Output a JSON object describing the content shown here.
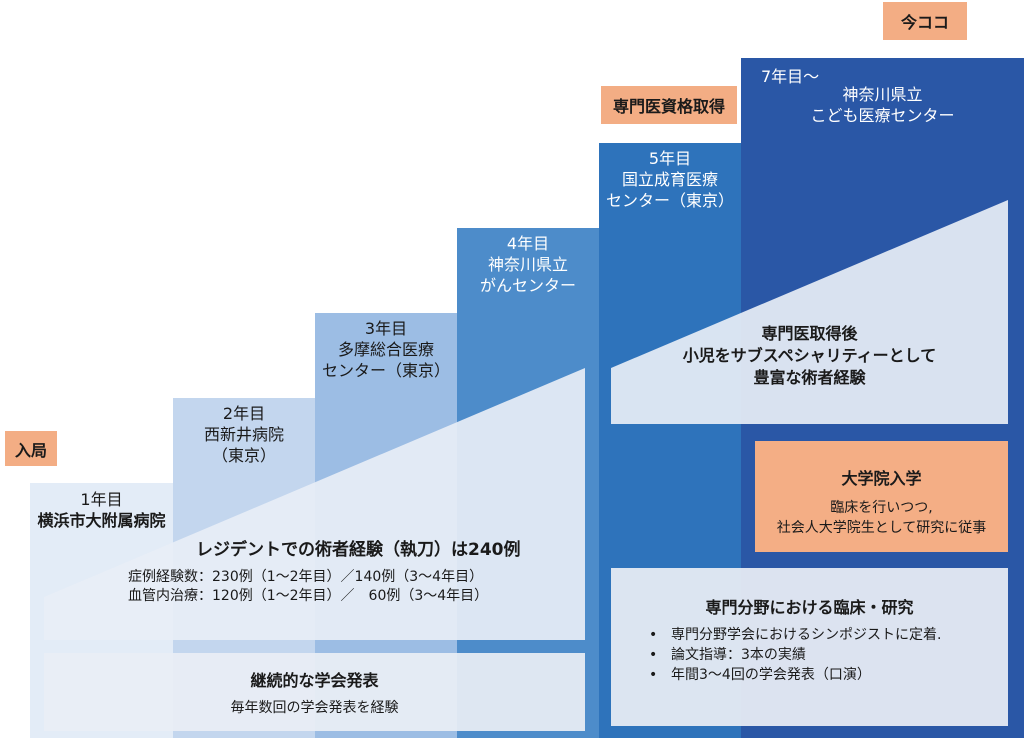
{
  "badges": {
    "entry": "入局",
    "specialist": "専門医資格取得",
    "now": "今ココ"
  },
  "steps": [
    {
      "year": "1年目",
      "lines": [
        "横浜市大附属病院"
      ]
    },
    {
      "year": "2年目",
      "lines": [
        "西新井病院",
        "（東京）"
      ]
    },
    {
      "year": "3年目",
      "lines": [
        "多摩総合医療",
        "センター（東京）"
      ]
    },
    {
      "year": "4年目",
      "lines": [
        "神奈川県立",
        "がんセンター"
      ]
    },
    {
      "year": "5年目",
      "lines": [
        "国立成育医療",
        "センター（東京）"
      ]
    },
    {
      "year": "7年目〜",
      "lines": [
        "神奈川県立",
        "こども医療センター"
      ]
    }
  ],
  "residency": {
    "title": "レジデントでの術者経験（執刀）は240例",
    "line1": "症例経験数：230例（1〜2年目）／140例（3〜4年目）",
    "line2": "血管内治療：120例（1〜2年目）／　60例（3〜4年目）"
  },
  "conference": {
    "title": "継続的な学会発表",
    "subtitle": "毎年数回の学会発表を経験"
  },
  "post_specialist": {
    "lines": [
      "専門医取得後",
      "小児をサブスペシャリティーとして",
      "豊富な術者経験"
    ]
  },
  "grad_school": {
    "title": "大学院入学",
    "lines": [
      "臨床を行いつつ,",
      "社会人大学院生として研究に従事"
    ]
  },
  "research": {
    "title": "専門分野における臨床・研究",
    "bullet_symbol": "•",
    "items": [
      "専門分野学会におけるシンポジストに定着.",
      "論文指導：3本の実績",
      "年間3〜4回の学会発表（口演）"
    ]
  },
  "colors": {
    "step1": "#e3ecf7",
    "step2": "#c3d6ee",
    "step3": "#9cbde4",
    "step4": "#4d8cca",
    "step5": "#2e73bb",
    "step6": "#2a57a6",
    "badge": "#f3ad84"
  }
}
